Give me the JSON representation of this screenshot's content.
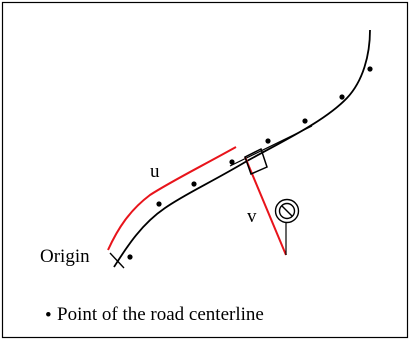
{
  "labels": {
    "u": "u",
    "v": "v",
    "origin": "Origin",
    "legend": "Point of the road centerline"
  },
  "symbols": {
    "legend_bullet": "•",
    "sign_icon": "no-entry-sign-icon",
    "right_angle_icon": "right-angle-marker-icon"
  },
  "colors": {
    "centerline": "#000000",
    "offset_u": "#e8141b",
    "offset_v": "#e8141b",
    "frame": "#000000"
  }
}
